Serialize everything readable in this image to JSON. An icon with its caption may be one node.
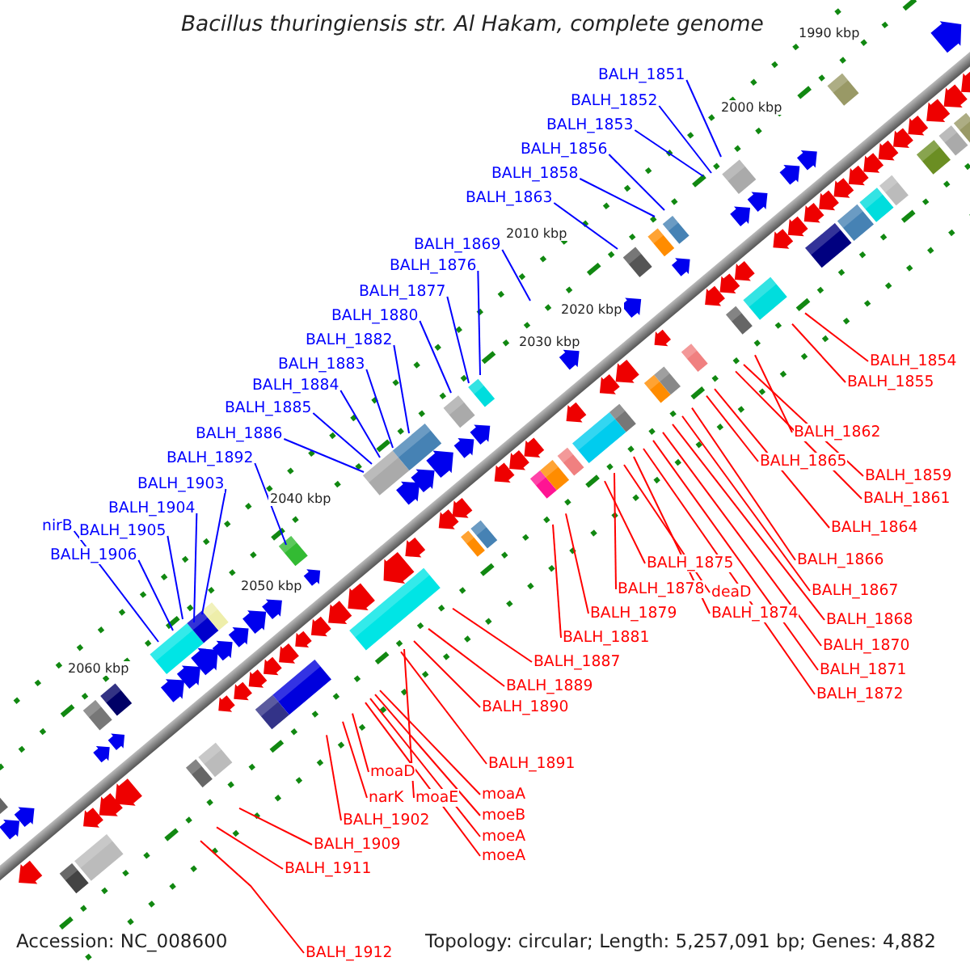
{
  "diagram": {
    "title": "Bacillus thuringiensis str. Al Hakam, complete genome",
    "nodes": [
      {
        "text": [
          "BALH_1851"
        ]
      },
      {
        "text": [
          "BALH_1852"
        ]
      },
      {
        "text": [
          "BALH_1853"
        ]
      },
      {
        "text": [
          "BALH_1856"
        ]
      },
      {
        "text": [
          "BALH_1858"
        ]
      },
      {
        "text": [
          "BALH_1863"
        ]
      },
      {
        "text": [
          "BALH_1869"
        ]
      },
      {
        "text": [
          "BALH_1876"
        ]
      },
      {
        "text": [
          "BALH_1877"
        ]
      },
      {
        "text": [
          "BALH_1880"
        ]
      },
      {
        "text": [
          "BALH_1882"
        ]
      },
      {
        "text": [
          "BALH_1854"
        ]
      },
      {
        "text": [
          "BALH_1883"
        ]
      },
      {
        "text": [
          "BALH_1855"
        ]
      },
      {
        "text": [
          "BALH_1884"
        ]
      },
      {
        "text": [
          "BALH_1885"
        ]
      },
      {
        "text": [
          "BALH_1862"
        ]
      },
      {
        "text": [
          "BALH_1886"
        ]
      },
      {
        "text": [
          "BALH_1892"
        ]
      },
      {
        "text": [
          "BALH_1865"
        ]
      },
      {
        "text": [
          "BALH_1859"
        ]
      },
      {
        "text": [
          "BALH_1903"
        ]
      },
      {
        "text": [
          "BALH_1861"
        ]
      },
      {
        "text": [
          "BALH_1904"
        ]
      },
      {
        "text": [
          "nirB"
        ]
      },
      {
        "text": [
          "BALH_1864"
        ]
      },
      {
        "text": [
          "BALH_1905"
        ]
      },
      {
        "text": [
          "BALH_1906"
        ]
      },
      {
        "text": [
          "BALH_1866"
        ]
      },
      {
        "text": [
          "BALH_1875"
        ]
      },
      {
        "text": [
          "BALH_1878"
        ]
      },
      {
        "text": [
          "BALH_1867"
        ]
      },
      {
        "text": [
          "deaD"
        ]
      },
      {
        "text": [
          "BALH_1879"
        ]
      },
      {
        "text": [
          "BALH_1874"
        ]
      },
      {
        "text": [
          "BALH_1868"
        ]
      },
      {
        "text": [
          "BALH_1881"
        ]
      },
      {
        "text": [
          "BALH_1870"
        ]
      },
      {
        "text": [
          "BALH_1887"
        ]
      },
      {
        "text": [
          "BALH_1871"
        ]
      },
      {
        "text": [
          "BALH_1889"
        ]
      },
      {
        "text": [
          "BALH_1872"
        ]
      },
      {
        "text": [
          "BALH_1890"
        ]
      },
      {
        "text": [
          "BALH_1891"
        ]
      },
      {
        "text": [
          "moaD"
        ]
      },
      {
        "text": [
          "moaA"
        ]
      },
      {
        "text": [
          "narK"
        ]
      },
      {
        "text": [
          "moaE"
        ]
      },
      {
        "text": [
          "moeB"
        ]
      },
      {
        "text": [
          "BALH_1902"
        ]
      },
      {
        "text": [
          "moeA"
        ]
      },
      {
        "text": [
          "BALH_1909"
        ]
      },
      {
        "text": [
          "moeA"
        ]
      },
      {
        "text": [
          "BALH_1911"
        ]
      },
      {
        "text": [
          "BALH_1912"
        ]
      }
    ],
    "edges": [
      {
        "from": 0,
        "to": null,
        "arrow": "none",
        "color": "#0000ff"
      },
      {
        "from": 1,
        "to": null,
        "arrow": "none",
        "color": "#0000ff"
      },
      {
        "from": 2,
        "to": null,
        "arrow": "none",
        "color": "#0000ff"
      },
      {
        "from": 3,
        "to": null,
        "arrow": "none",
        "color": "#0000ff"
      },
      {
        "from": 4,
        "to": null,
        "arrow": "none",
        "color": "#0000ff"
      },
      {
        "from": 5,
        "to": null,
        "arrow": "none",
        "color": "#0000ff"
      },
      {
        "from": 6,
        "to": null,
        "arrow": "none",
        "color": "#0000ff"
      },
      {
        "from": 7,
        "to": null,
        "arrow": "none",
        "color": "#0000ff"
      },
      {
        "from": 8,
        "to": null,
        "arrow": "none",
        "color": "#0000ff"
      },
      {
        "from": 9,
        "to": null,
        "arrow": "none",
        "color": "#0000ff"
      },
      {
        "from": 10,
        "to": null,
        "arrow": "none",
        "color": "#0000ff"
      },
      {
        "from": 11,
        "to": null,
        "arrow": "none"
      },
      {
        "from": 12,
        "to": null,
        "arrow": "none",
        "color": "#0000ff"
      },
      {
        "from": 13,
        "to": null,
        "arrow": "none"
      },
      {
        "from": 14,
        "to": null,
        "arrow": "none",
        "color": "#0000ff"
      },
      {
        "from": 15,
        "to": null,
        "arrow": "none",
        "color": "#0000ff"
      },
      {
        "from": 16,
        "to": null,
        "arrow": "none"
      },
      {
        "from": 17,
        "to": null,
        "arrow": "none",
        "color": "#0000ff"
      },
      {
        "from": 18,
        "to": null,
        "arrow": "none",
        "color": "#0000ff"
      },
      {
        "from": 19,
        "to": null,
        "arrow": "none"
      },
      {
        "from": 20,
        "to": null,
        "arrow": "none"
      },
      {
        "from": 21,
        "to": null,
        "arrow": "none",
        "color": "#0000ff"
      },
      {
        "from": 22,
        "to": null,
        "arrow": "none"
      },
      {
        "from": 23,
        "to": null,
        "arrow": "none",
        "color": "#0000ff"
      },
      {
        "from": 24,
        "to": null,
        "arrow": "none",
        "color": "#0000ff"
      },
      {
        "from": 25,
        "to": null,
        "arrow": "none"
      },
      {
        "from": 26,
        "to": null,
        "arrow": "none",
        "color": "#0000ff"
      },
      {
        "from": 27,
        "to": null,
        "arrow": "none",
        "color": "#0000ff"
      },
      {
        "from": 28,
        "to": null,
        "arrow": "none"
      },
      {
        "from": 29,
        "to": null,
        "arrow": "none"
      },
      {
        "from": 30,
        "to": null,
        "arrow": "none"
      },
      {
        "from": 31,
        "to": null,
        "arrow": "none"
      },
      {
        "from": 32,
        "to": null,
        "arrow": "none"
      },
      {
        "from": 33,
        "to": null,
        "arrow": "none"
      },
      {
        "from": 34,
        "to": null,
        "arrow": "none"
      },
      {
        "from": 35,
        "to": null,
        "arrow": "none"
      },
      {
        "from": 36,
        "to": null,
        "arrow": "none"
      },
      {
        "from": 37,
        "to": null,
        "arrow": "none"
      },
      {
        "from": 38,
        "to": null,
        "arrow": "none"
      },
      {
        "from": 39,
        "to": null,
        "arrow": "none"
      },
      {
        "from": 40,
        "to": null,
        "arrow": "none"
      },
      {
        "from": 41,
        "to": null,
        "arrow": "none"
      },
      {
        "from": 42,
        "to": null,
        "arrow": "none"
      },
      {
        "from": 43,
        "to": null,
        "arrow": "none"
      },
      {
        "from": 44,
        "to": null,
        "arrow": "none"
      },
      {
        "from": 45,
        "to": null,
        "arrow": "none"
      },
      {
        "from": 46,
        "to": null,
        "arrow": "none"
      },
      {
        "from": 47,
        "to": null,
        "arrow": "none"
      },
      {
        "from": 48,
        "to": null,
        "arrow": "none"
      },
      {
        "from": 49,
        "to": null,
        "arrow": "none"
      },
      {
        "from": 50,
        "to": null,
        "arrow": "none"
      },
      {
        "from": 51,
        "to": null,
        "arrow": "none"
      },
      {
        "from": 52,
        "to": null,
        "arrow": "none"
      },
      {
        "from": 53,
        "to": null,
        "arrow": "none"
      },
      {
        "from": 54,
        "to": null,
        "arrow": "none"
      }
    ],
    "labels": [
      "1990 kbp",
      "2000 kbp",
      "2010 kbp",
      "2020 kbp",
      "2030 kbp",
      "2040 kbp",
      "2050 kbp",
      "2060 kbp",
      "Accession: NC_008600",
      "Topology: circular; Length: 5,257,091 bp; Genes: 4,882"
    ]
  }
}
